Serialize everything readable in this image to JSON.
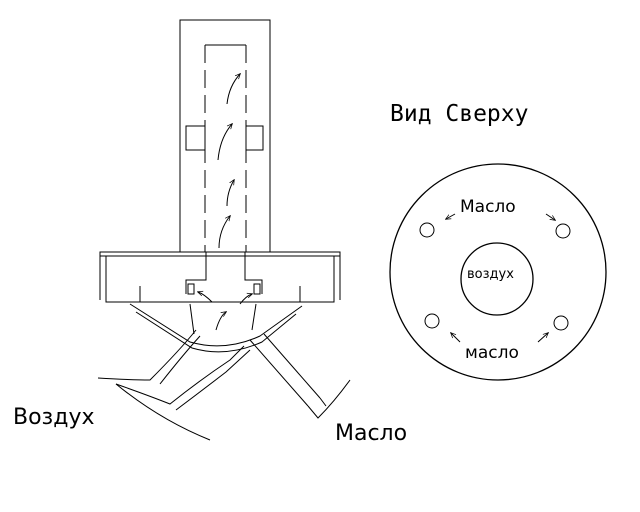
{
  "labels": {
    "top_view": "Вид Сверху",
    "air_left": "Воздух",
    "oil_bottom": "Масло",
    "oil_top_in_circle": "Масло",
    "air_center": "воздух",
    "oil_lower_in_circle": "масло"
  },
  "colors": {
    "ink": "#000000",
    "background": "#ffffff"
  }
}
